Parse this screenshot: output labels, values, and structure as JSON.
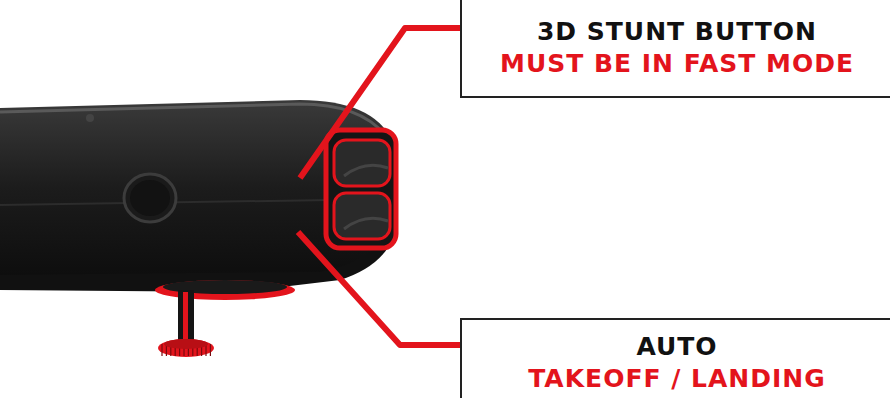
{
  "diagram": {
    "nodes": [
      {
        "text": [
          "3D STUNT BUTTON",
          "MUST BE IN FAST MODE"
        ]
      },
      {
        "text": [
          "AUTO",
          "TAKEOFF / LANDING"
        ]
      }
    ]
  }
}
